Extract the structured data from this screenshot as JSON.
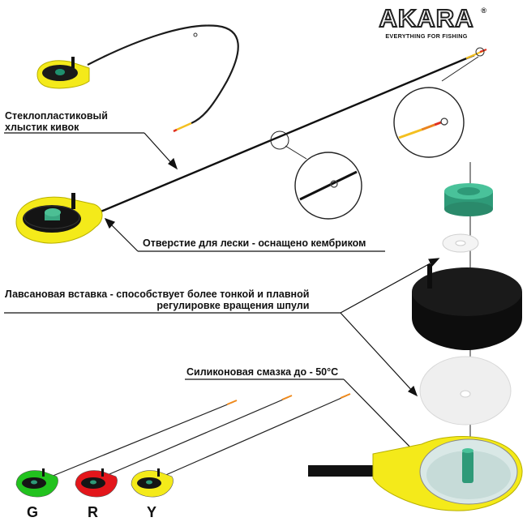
{
  "brand": {
    "name": "AKARA",
    "tagline": "EVERYTHING FOR FISHING",
    "registered_mark": "®"
  },
  "callouts": {
    "fiberglass_tip": {
      "line1": "Стеклопластиковый",
      "line2": "хлыстик кивок"
    },
    "line_hole": "Отверстие для лески - оснащено кембриком",
    "lavsan_insert": {
      "line1": "Лавсановая вставка - способствует более тонкой и плавной",
      "line2": "регулировке вращения шпули"
    },
    "silicone_grease": "Силиконовая смазка до - 50°С"
  },
  "color_variants": [
    {
      "code": "G",
      "color": "#22c21e"
    },
    {
      "code": "R",
      "color": "#e3161b"
    },
    {
      "code": "Y",
      "color": "#f4ea1a"
    }
  ],
  "colors": {
    "yellow": "#f4ea1a",
    "black": "#111111",
    "teal_spool_knob": "#2e9a78",
    "tip_orange": "#f08a1c"
  }
}
